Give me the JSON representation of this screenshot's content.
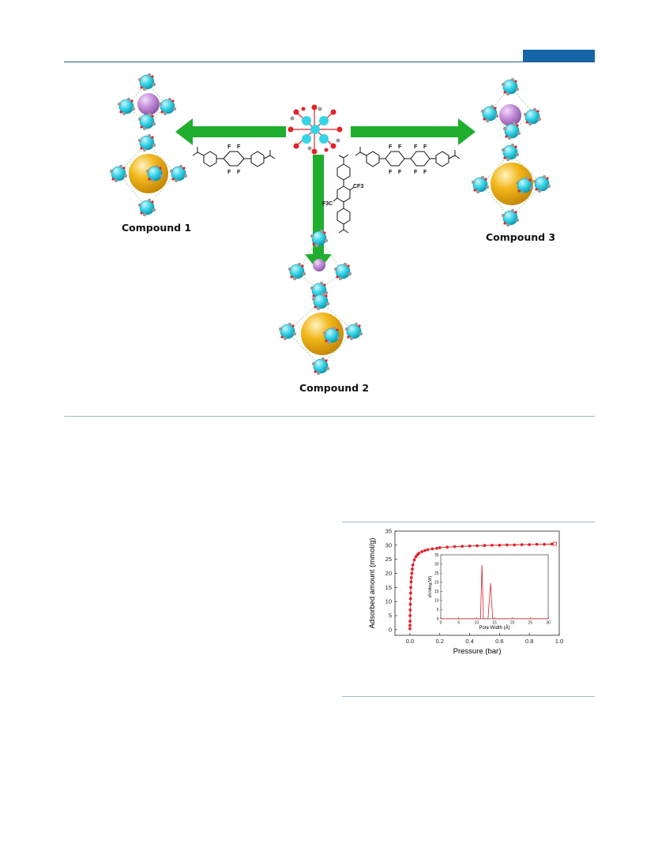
{
  "scheme": {
    "labels": {
      "compound1": "Compound 1",
      "compound2": "Compound 2",
      "compound3": "Compound 3"
    },
    "colors": {
      "arrow": "#1fae2e",
      "cluster": "#35d3e6",
      "small_cage": "#c58fd8",
      "large_cage": "#f2b81c",
      "oxygen": "#e0242b"
    },
    "linker_atoms": {
      "F": "F",
      "CF3": "CF3",
      "F3C": "F3C"
    }
  },
  "chart_data": {
    "type": "scatter",
    "xlabel": "Pressure (bar)",
    "ylabel": "Adsorbed amount (mmol/g)",
    "xlim": [
      -0.1,
      1.0
    ],
    "ylim": [
      -2,
      35
    ],
    "xticks": [
      "0.0",
      "0.2",
      "0.4",
      "0.6",
      "0.8",
      "1.0"
    ],
    "yticks": [
      "0",
      "5",
      "10",
      "15",
      "20",
      "25",
      "30",
      "35"
    ],
    "color": "#e0242b",
    "series": [
      {
        "marker": "filled-circle",
        "x": [
          0.0002,
          0.0005,
          0.001,
          0.0015,
          0.002,
          0.003,
          0.004,
          0.005,
          0.006,
          0.008,
          0.01,
          0.013,
          0.016,
          0.02,
          0.03,
          0.04,
          0.05,
          0.06,
          0.08,
          0.1,
          0.12,
          0.15,
          0.18,
          0.2,
          0.25,
          0.3,
          0.35,
          0.4,
          0.45,
          0.5,
          0.55,
          0.6,
          0.65,
          0.7,
          0.75,
          0.8,
          0.85,
          0.9,
          0.95
        ],
        "y": [
          0.3,
          1.5,
          3,
          5,
          7,
          9,
          11,
          13,
          15,
          17,
          18.5,
          20,
          21.5,
          23,
          24.8,
          25.9,
          26.6,
          27.1,
          27.7,
          28.1,
          28.4,
          28.7,
          28.9,
          29.1,
          29.3,
          29.5,
          29.6,
          29.7,
          29.8,
          29.9,
          30.0,
          30.0,
          30.1,
          30.1,
          30.2,
          30.2,
          30.3,
          30.3,
          30.4
        ]
      },
      {
        "marker": "open-square",
        "x": [
          0.97
        ],
        "y": [
          30.5
        ]
      }
    ],
    "inset": {
      "type": "line",
      "xlabel": "Pore Width (Å)",
      "ylabel": "dV/dlog(W)",
      "xlim": [
        0,
        30
      ],
      "ylim": [
        0,
        35
      ],
      "xticks": [
        "0",
        "5",
        "10",
        "15",
        "20",
        "25",
        "30"
      ],
      "yticks": [
        "0",
        "5",
        "10",
        "15",
        "20",
        "25",
        "30",
        "35"
      ],
      "x": [
        0,
        10.8,
        11.1,
        11.5,
        11.9,
        12.3,
        13.2,
        13.9,
        14.5,
        15.2,
        30
      ],
      "y": [
        0,
        0,
        0.2,
        29.5,
        0.2,
        0,
        0,
        19.5,
        0,
        0,
        0
      ]
    }
  }
}
